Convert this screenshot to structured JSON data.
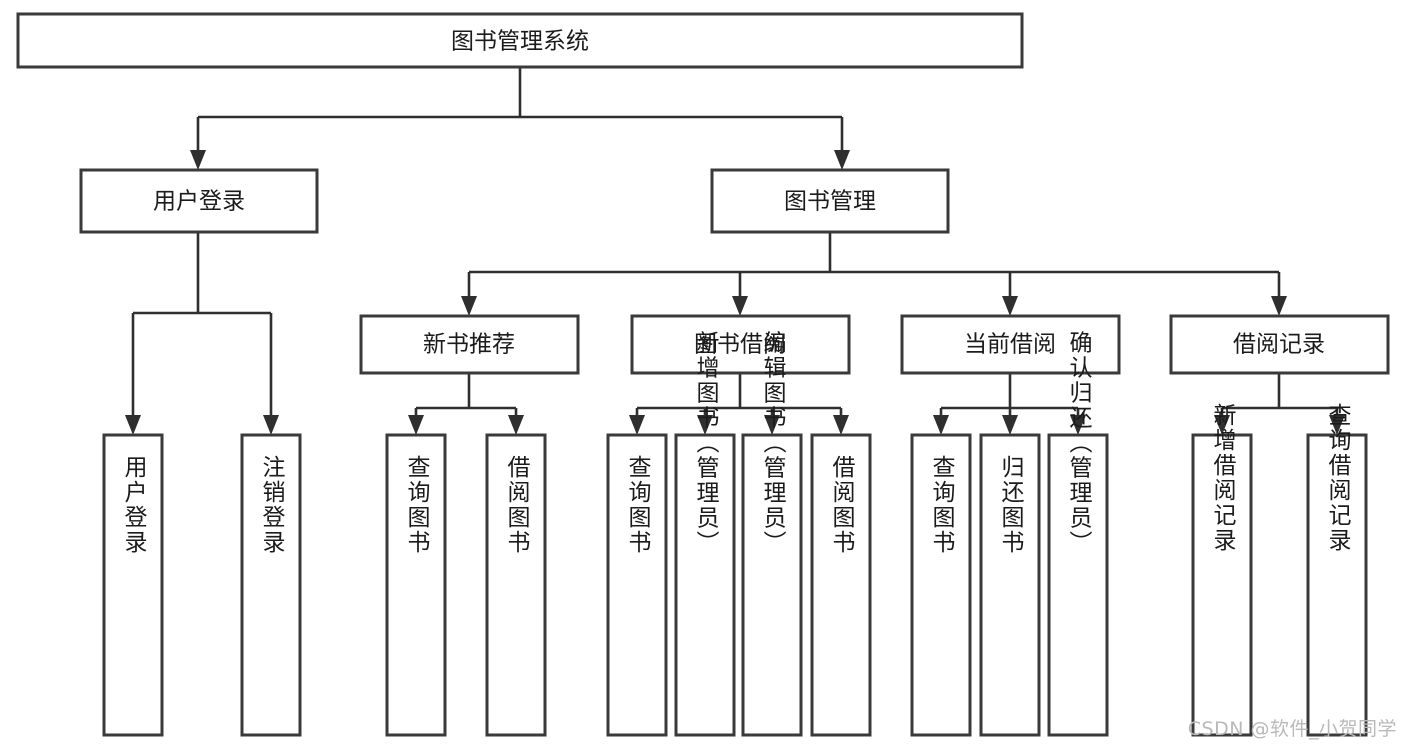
{
  "diagram": {
    "title": "图书管理系统",
    "type": "tree-hierarchy",
    "watermark": "CSDN @软件_小贺同学",
    "colors": {
      "box_stroke": "#3a3a3a",
      "connector": "#2f2f2f",
      "box_fill": "#ffffff",
      "text": "#1b1b1b",
      "watermark": "#b9b9b9",
      "background": "#ffffff"
    },
    "root": {
      "id": "root",
      "label": "图书管理系统"
    },
    "level2": [
      {
        "id": "user-login",
        "label": "用户登录"
      },
      {
        "id": "book-manage",
        "label": "图书管理"
      }
    ],
    "level3": [
      {
        "id": "new-book-rec",
        "label": "新书推荐",
        "parent": "book-manage"
      },
      {
        "id": "book-borrow",
        "label": "图书借阅",
        "parent": "book-manage"
      },
      {
        "id": "current-borrow",
        "label": "当前借阅",
        "parent": "book-manage"
      },
      {
        "id": "borrow-record",
        "label": "借阅记录",
        "parent": "book-manage"
      }
    ],
    "leaves": [
      {
        "id": "leaf-user-login",
        "label": "用户登录",
        "parent": "user-login"
      },
      {
        "id": "leaf-logout",
        "label": "注销登录",
        "parent": "user-login"
      },
      {
        "id": "leaf-query-book-1",
        "label": "查询图书",
        "parent": "new-book-rec"
      },
      {
        "id": "leaf-borrow-book-1",
        "label": "借阅图书",
        "parent": "new-book-rec"
      },
      {
        "id": "leaf-query-book-2",
        "label": "查询图书",
        "parent": "book-borrow"
      },
      {
        "id": "leaf-add-book",
        "label": "新增图书（管理员）",
        "parent": "book-borrow"
      },
      {
        "id": "leaf-edit-book",
        "label": "编辑图书（管理员）",
        "parent": "book-borrow"
      },
      {
        "id": "leaf-borrow-book-2",
        "label": "借阅图书",
        "parent": "book-borrow"
      },
      {
        "id": "leaf-query-book-3",
        "label": "查询图书",
        "parent": "current-borrow"
      },
      {
        "id": "leaf-return-book",
        "label": "归还图书",
        "parent": "current-borrow"
      },
      {
        "id": "leaf-confirm-return",
        "label": "确认归还（管理员）",
        "parent": "current-borrow"
      },
      {
        "id": "leaf-add-record",
        "label": "新增借阅记录",
        "parent": "borrow-record"
      },
      {
        "id": "leaf-query-record",
        "label": "查询借阅记录",
        "parent": "borrow-record"
      }
    ]
  }
}
